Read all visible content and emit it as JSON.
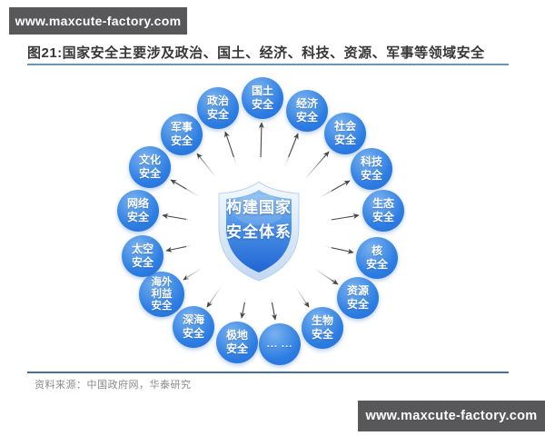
{
  "watermarks": {
    "top_left": "www.maxcute-factory.com",
    "bottom_right": "www.maxcute-factory.com"
  },
  "figure": {
    "title": "图21:国家安全主要涉及政治、国土、经济、科技、资源、军事等领域安全",
    "source": "资料来源：中国政府网，华泰研究"
  },
  "diagram": {
    "center_label": "构建国家\n安全体系",
    "nodes": [
      {
        "label": "国土\n安全"
      },
      {
        "label": "经济\n安全"
      },
      {
        "label": "社会\n安全"
      },
      {
        "label": "科技\n安全"
      },
      {
        "label": "生态\n安全"
      },
      {
        "label": "核\n安全"
      },
      {
        "label": "资源\n安全"
      },
      {
        "label": "生物\n安全"
      },
      {
        "label": "... ..."
      },
      {
        "label": "极地\n安全"
      },
      {
        "label": "深海\n安全"
      },
      {
        "label": "海外\n利益\n安全"
      },
      {
        "label": "太空\n安全"
      },
      {
        "label": "网络\n安全"
      },
      {
        "label": "文化\n安全"
      },
      {
        "label": "军事\n安全"
      },
      {
        "label": "政治\n安全"
      }
    ]
  },
  "colors": {
    "node_blue": "#2e7de2",
    "accent_rule": "#41719c",
    "watermark_bg": "#58585a"
  }
}
